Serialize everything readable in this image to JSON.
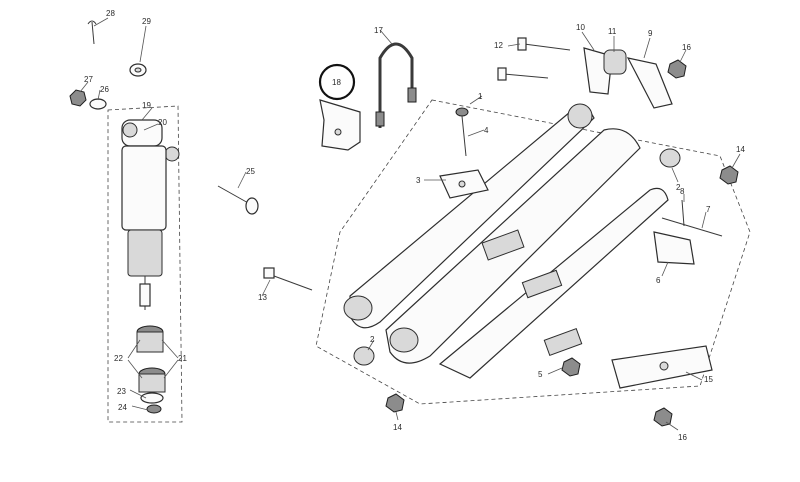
{
  "labels": {
    "l1": "1",
    "l2a": "2",
    "l2b": "2",
    "l3": "3",
    "l4": "4",
    "l5": "5",
    "l6": "6",
    "l7": "7",
    "l8": "8",
    "l9": "9",
    "l10": "10",
    "l11": "11",
    "l12": "12",
    "l13": "13",
    "l14a": "14",
    "l14b": "14",
    "l15": "15",
    "l16a": "16",
    "l16b": "16",
    "l17": "17",
    "l18": "18",
    "l19": "19",
    "l20": "20",
    "l21": "21",
    "l22": "22",
    "l23": "23",
    "l24": "24",
    "l25": "25",
    "l26": "26",
    "l27": "27",
    "l28": "28",
    "l29": "29"
  },
  "highlight": {
    "circled_part": "18"
  },
  "colors": {
    "line": "#2e2e2e",
    "background": "#ffffff",
    "highlight_circle": "#111111"
  }
}
